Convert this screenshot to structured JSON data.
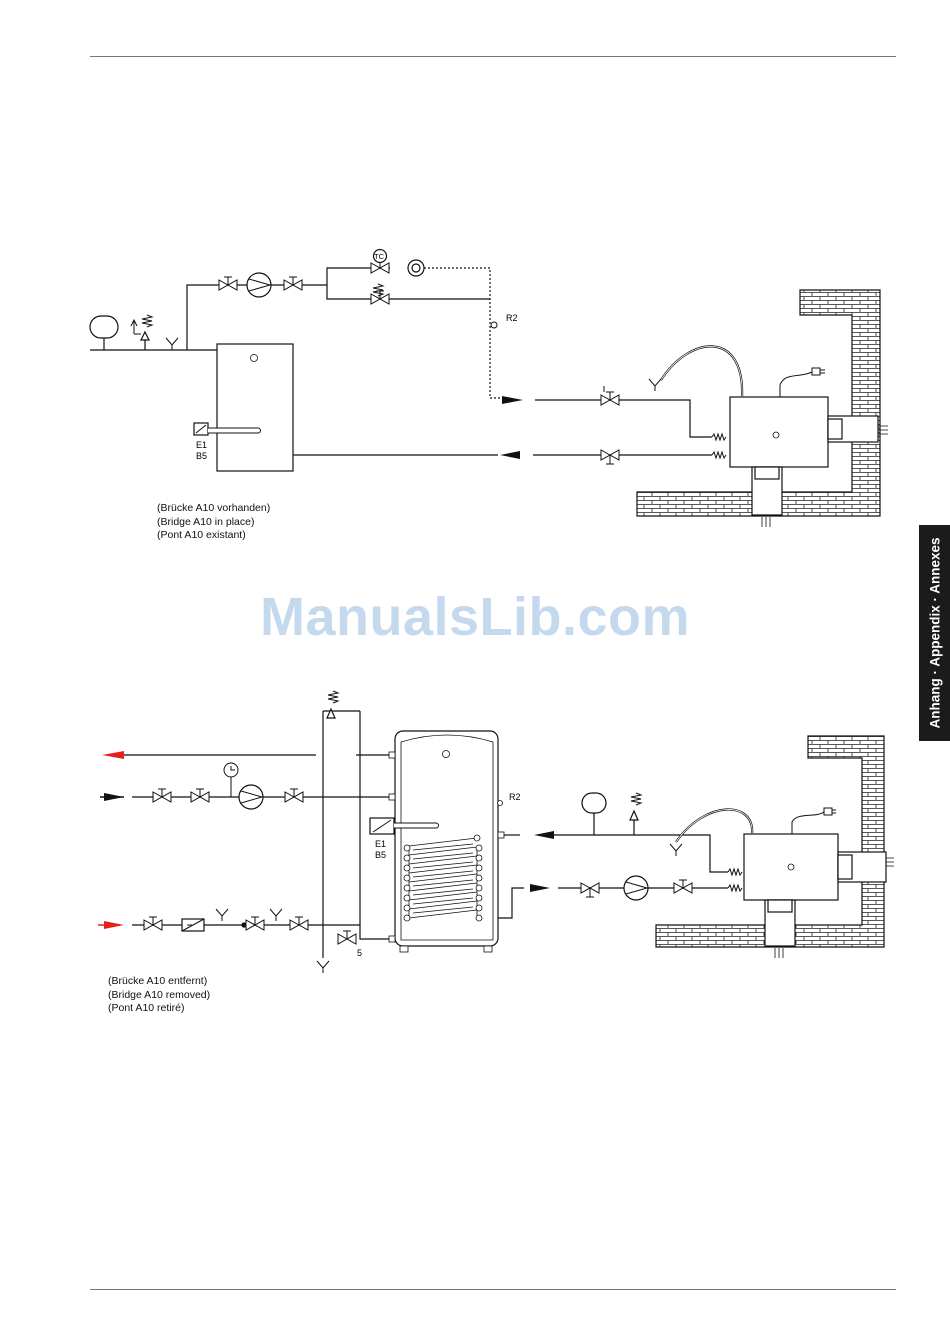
{
  "diagram1": {
    "label_r2": "R2",
    "label_e1": "E1",
    "label_b5": "B5",
    "label_tc": "TC",
    "caption": [
      "(Brücke A10 vorhanden)",
      "(Bridge A10 in place)",
      "(Pont A10 existant)"
    ]
  },
  "diagram2": {
    "label_r2": "R2",
    "label_e1": "E1",
    "label_b5": "B5",
    "label_5": "5",
    "caption": [
      "(Brücke A10 entfernt)",
      "(Bridge A10 removed)",
      "(Pont A10 retiré)"
    ]
  },
  "watermark": "ManualsLib.com",
  "side_tab": "Anhang · Appendix · Annexes",
  "colors": {
    "arrow_red": "#e8201a",
    "tab_bg": "#1b1b1b",
    "watermark": "#bcd3ec"
  }
}
